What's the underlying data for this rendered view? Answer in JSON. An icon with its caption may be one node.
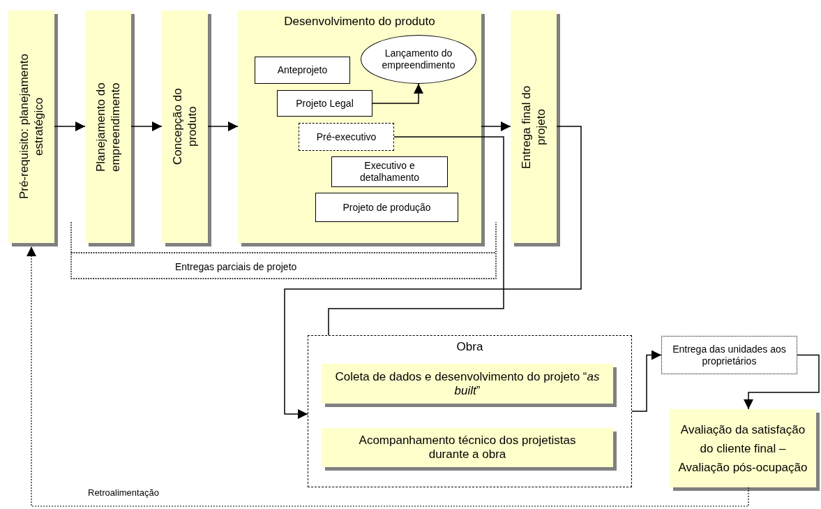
{
  "diagram": {
    "nodes": [
      {
        "text": [
          "Pré-requisito: planejamento estratégico"
        ]
      },
      {
        "text": [
          "Planejamento do empreendimento"
        ]
      },
      {
        "text": [
          "Concepção do produto"
        ]
      },
      {
        "text": [
          "Desenvolvimento do produto"
        ]
      },
      {
        "text": [
          "Anteprojeto"
        ],
        "in": 3
      },
      {
        "text": [
          "Lançamento do empreendimento"
        ],
        "in": 3
      },
      {
        "text": [
          "Projeto Legal"
        ],
        "in": 3
      },
      {
        "text": [
          "Pré-executivo"
        ],
        "in": 3
      },
      {
        "text": [
          "Executivo e detalhamento"
        ],
        "in": 3
      },
      {
        "text": [
          "Projeto de produção"
        ],
        "in": 3
      },
      {
        "text": [
          "Entrega final do projeto"
        ]
      },
      {
        "text": [
          "Entregas parciais de projeto"
        ]
      },
      {
        "text": [
          "Obra"
        ]
      },
      {
        "text": [
          "Coleta de dados e desenvolvimento do projeto “*as built*”"
        ],
        "in": 12
      },
      {
        "text": [
          "Acompanhamento técnico dos projetistas durante a obra"
        ],
        "in": 12
      },
      {
        "text": [
          "Entrega das unidades aos proprietários"
        ]
      },
      {
        "text": [
          "Avaliação da satisfação do cliente final – Avaliação pós-ocupação"
        ]
      }
    ],
    "edges": [
      {
        "from": 0,
        "to": 1,
        "arrow": "to"
      },
      {
        "from": 1,
        "to": 2,
        "arrow": "to"
      },
      {
        "from": 2,
        "to": 3,
        "arrow": "to"
      },
      {
        "from": 3,
        "to": 10,
        "arrow": "to"
      },
      {
        "from": 6,
        "to": 5,
        "arrow": "to"
      },
      {
        "from": 10,
        "to": 12,
        "arrow": "to"
      },
      {
        "from": 7,
        "to": 12,
        "arrow": "none"
      },
      {
        "from": 12,
        "to": 15,
        "arrow": "to"
      },
      {
        "from": 15,
        "to": 16,
        "arrow": "to"
      },
      {
        "from": 16,
        "to": 0,
        "arrow": "to",
        "style": "dashed"
      }
    ],
    "labels": [
      "Retroalimentação"
    ]
  }
}
